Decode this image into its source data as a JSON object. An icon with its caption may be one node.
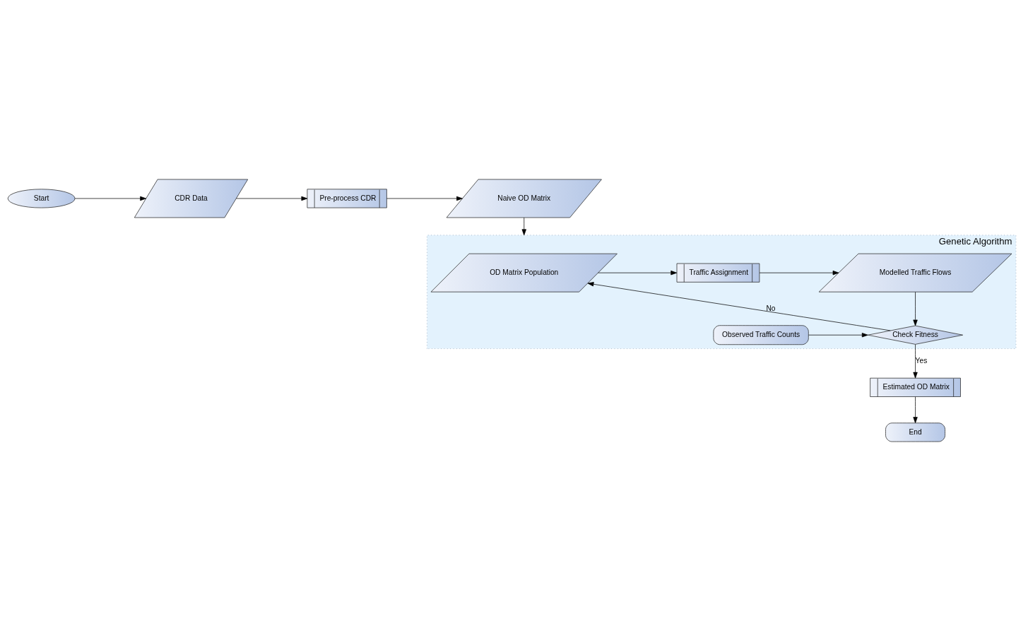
{
  "diagram": {
    "nodes": [
      {
        "text": [
          "Start"
        ]
      },
      {
        "text": [
          "CDR Data"
        ]
      },
      {
        "text": [
          "Pre-process CDR"
        ]
      },
      {
        "text": [
          "Naive OD Matrix"
        ]
      },
      {
        "text": [
          "Genetic Algorithm"
        ]
      },
      {
        "text": [
          "OD Matrix Population"
        ],
        "in": 4
      },
      {
        "text": [
          "Traffic Assignment"
        ],
        "in": 4
      },
      {
        "text": [
          "Modelled Traffic Flows"
        ],
        "in": 4
      },
      {
        "text": [
          "Observed Traffic Counts"
        ],
        "in": 4
      },
      {
        "text": [
          "Check Fitness"
        ],
        "in": 4
      },
      {
        "text": [
          "Estimated OD Matrix"
        ]
      },
      {
        "text": [
          "End"
        ]
      }
    ],
    "edges": [
      {
        "from": 0,
        "to": 1,
        "arrow": "to"
      },
      {
        "from": 1,
        "to": 2,
        "arrow": "to"
      },
      {
        "from": 2,
        "to": 3,
        "arrow": "to"
      },
      {
        "from": 3,
        "to": 4,
        "arrow": "to"
      },
      {
        "from": 5,
        "to": 6,
        "arrow": "to"
      },
      {
        "from": 6,
        "to": 7,
        "arrow": "to"
      },
      {
        "from": 7,
        "to": 9,
        "arrow": "to"
      },
      {
        "from": 8,
        "to": 9,
        "arrow": "to"
      },
      {
        "from": 9,
        "to": 5,
        "arrow": "to",
        "label": "No"
      },
      {
        "from": 9,
        "to": 10,
        "arrow": "to",
        "label": "Yes"
      },
      {
        "from": 10,
        "to": 11,
        "arrow": "to"
      }
    ]
  }
}
